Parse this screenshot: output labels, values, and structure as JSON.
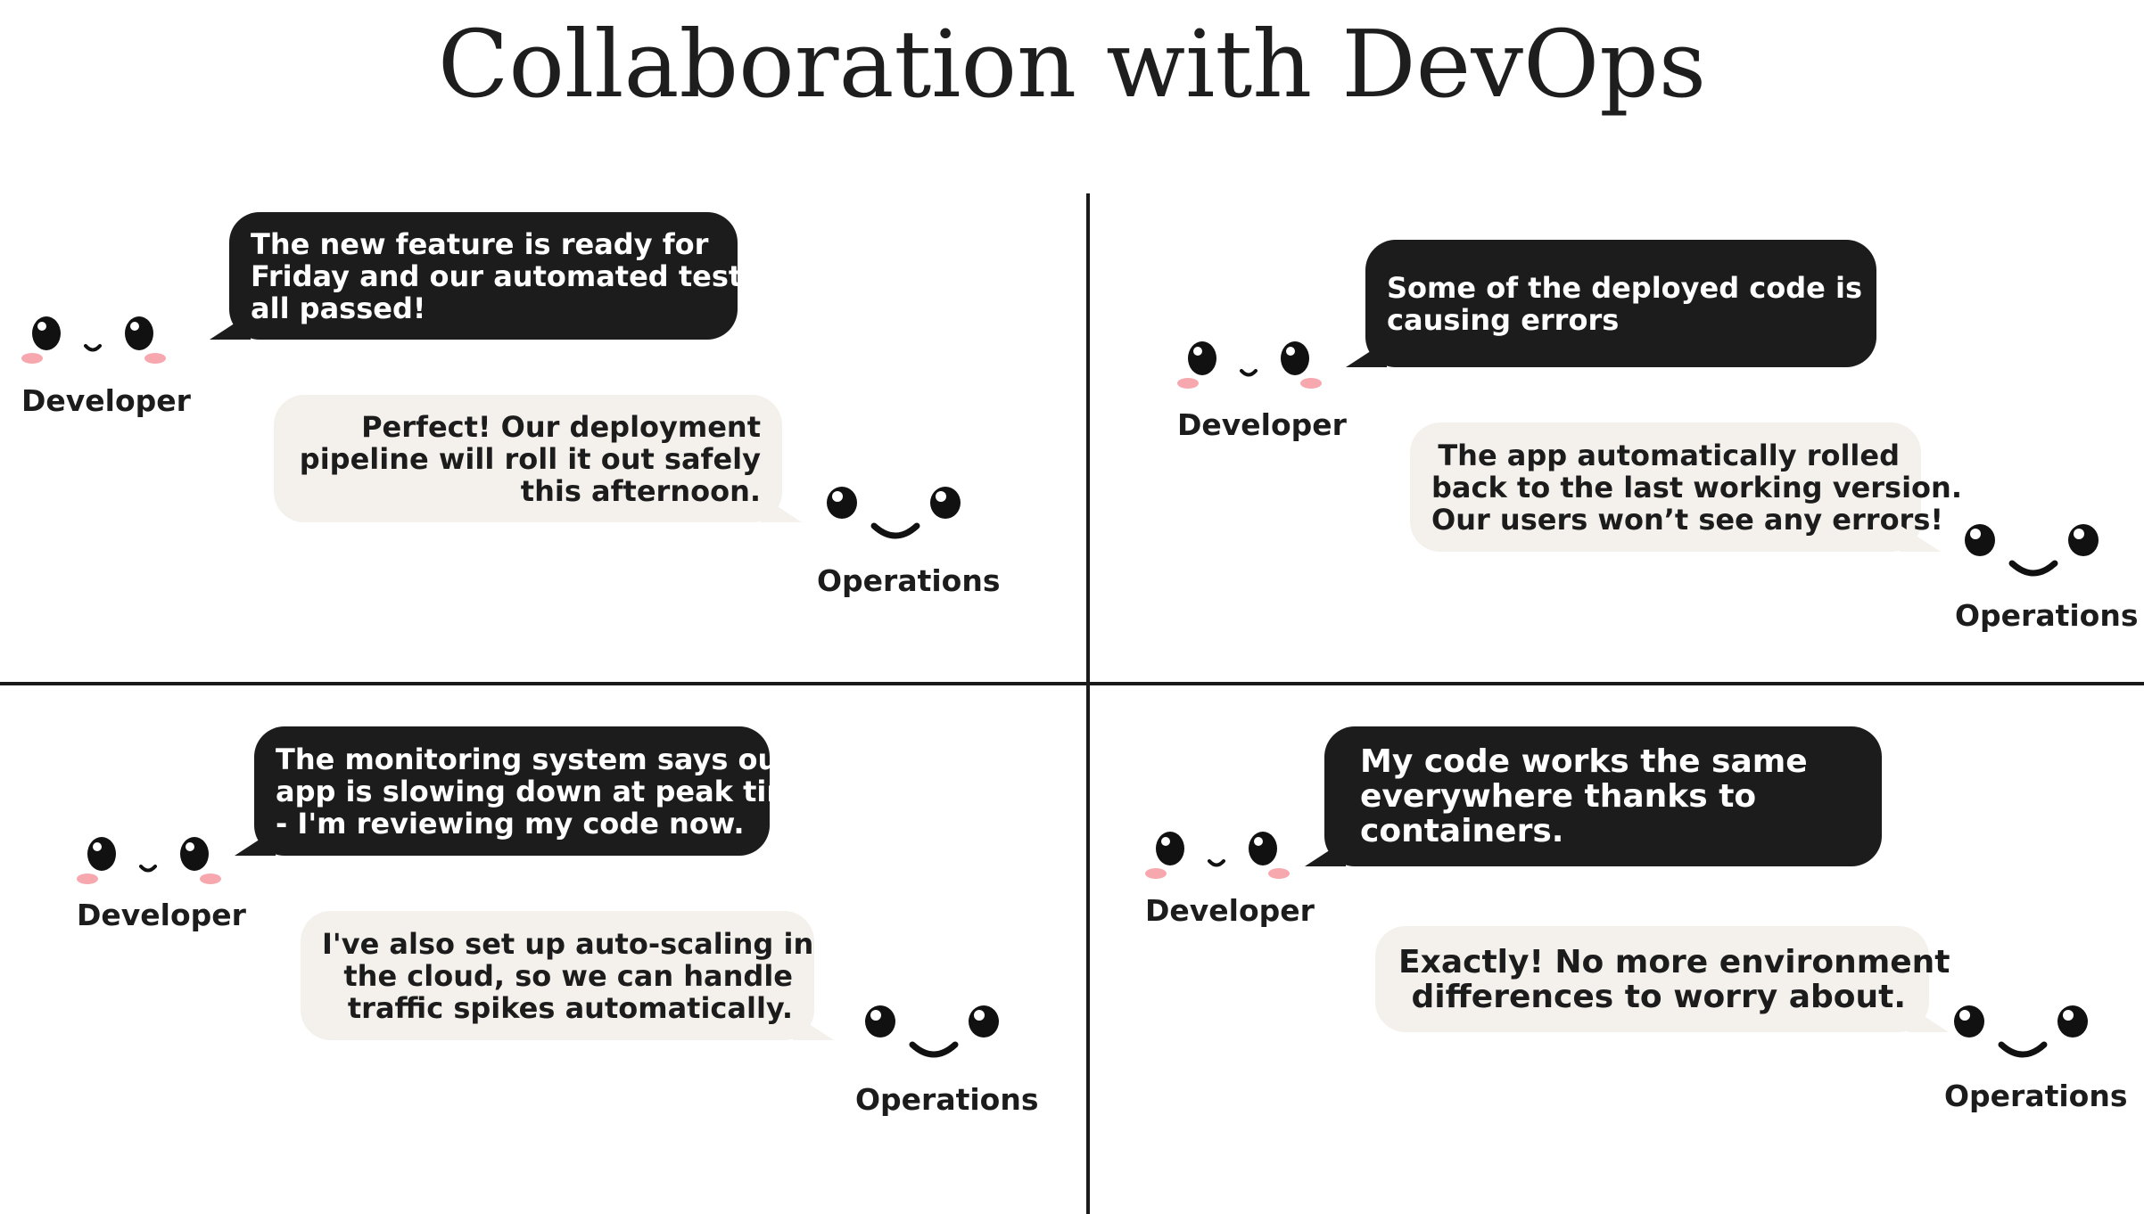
{
  "title": "Collaboration with DevOps",
  "panels": [
    {
      "developer": {
        "label": "Developer",
        "lines": [
          "The new feature is ready for",
          "Friday and our automated tests",
          "all passed!"
        ]
      },
      "operations": {
        "label": "Operations",
        "lines": [
          "Perfect! Our deployment",
          "pipeline will roll it out safely",
          "this afternoon."
        ]
      }
    },
    {
      "developer": {
        "label": "Developer",
        "lines": [
          "Some of the deployed code is",
          "causing errors"
        ]
      },
      "operations": {
        "label": "Operations",
        "lines": [
          "The app automatically rolled",
          "back to the last working version.",
          "Our users won’t see any errors!"
        ]
      }
    },
    {
      "developer": {
        "label": "Developer",
        "lines": [
          "The monitoring system says our",
          "app is slowing down at peak times",
          "- I'm reviewing my code now."
        ]
      },
      "operations": {
        "label": "Operations",
        "lines": [
          "I've also set up auto-scaling in",
          "the cloud, so we can handle",
          "traffic spikes automatically."
        ]
      }
    },
    {
      "developer": {
        "label": "Developer",
        "lines": [
          "My code works the same",
          "everywhere thanks to",
          "containers."
        ]
      },
      "operations": {
        "label": "Operations",
        "lines": [
          "Exactly! No more environment",
          "differences to worry about."
        ]
      }
    }
  ],
  "colors": {
    "dark_bubble": "#1c1c1c",
    "light_bubble": "#f4f1ec",
    "blush": "#f7a8ae"
  },
  "icons": {
    "developer": "blushing-face-icon",
    "operations": "smiling-face-icon"
  }
}
